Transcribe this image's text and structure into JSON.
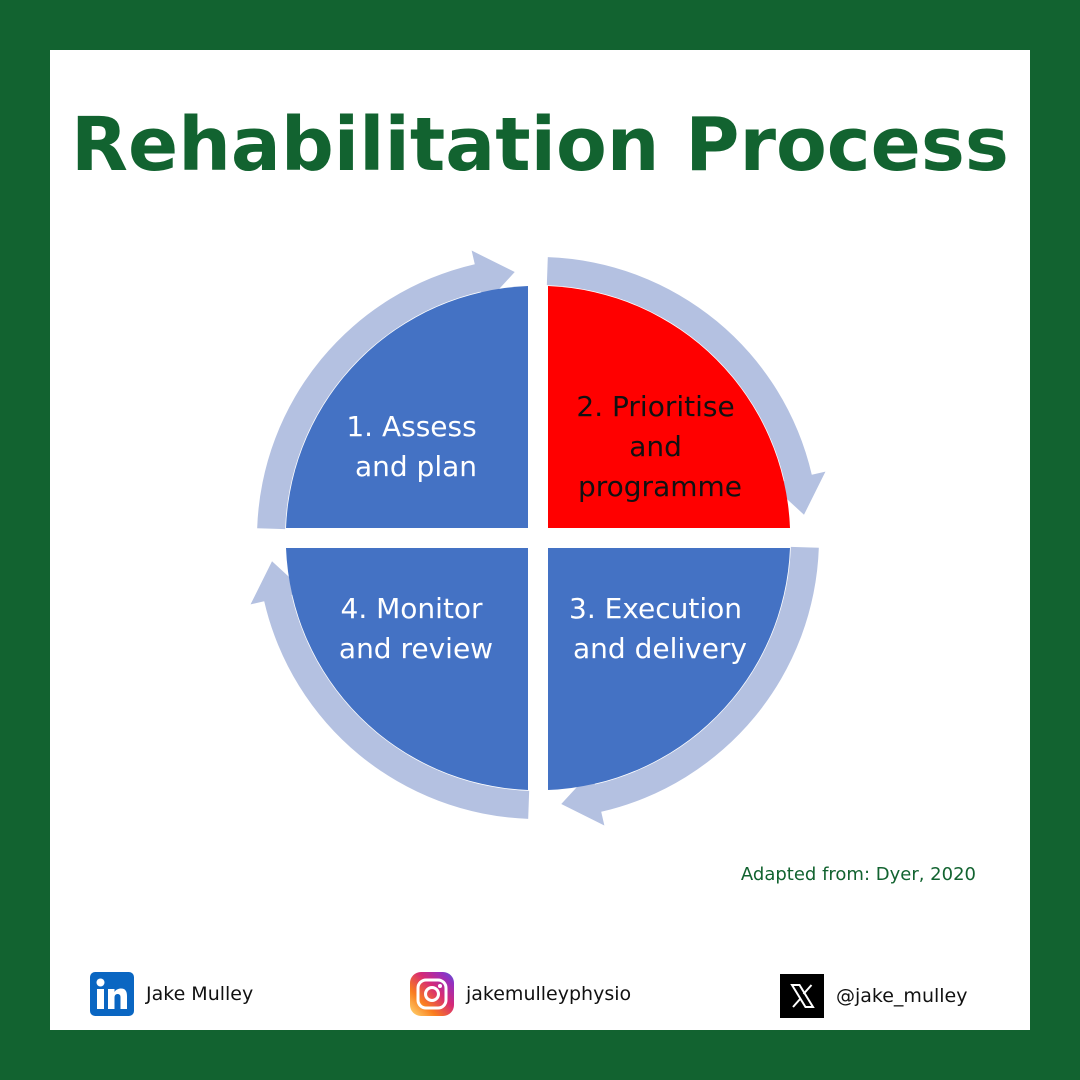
{
  "title": "Rehabilitation Process",
  "steps": [
    {
      "line1": "1. Assess",
      "line2": "and plan",
      "line3": ""
    },
    {
      "line1": "2. Prioritise",
      "line2": "and",
      "line3": "programme"
    },
    {
      "line1": "3. Execution",
      "line2": "and delivery",
      "line3": ""
    },
    {
      "line1": "4. Monitor",
      "line2": "and review",
      "line3": ""
    }
  ],
  "colors": {
    "frame": "#126330",
    "quadrant": "#4472C4",
    "highlight": "#FF0000",
    "arrow": "#B4C1E1"
  },
  "credit": "Adapted from: Dyer, 2020",
  "socials": {
    "linkedin": {
      "icon": "linkedin-icon",
      "handle": "Jake Mulley"
    },
    "instagram": {
      "icon": "instagram-icon",
      "handle": "jakemulleyphysio"
    },
    "x": {
      "icon": "x-icon",
      "handle": "@jake_mulley"
    }
  }
}
